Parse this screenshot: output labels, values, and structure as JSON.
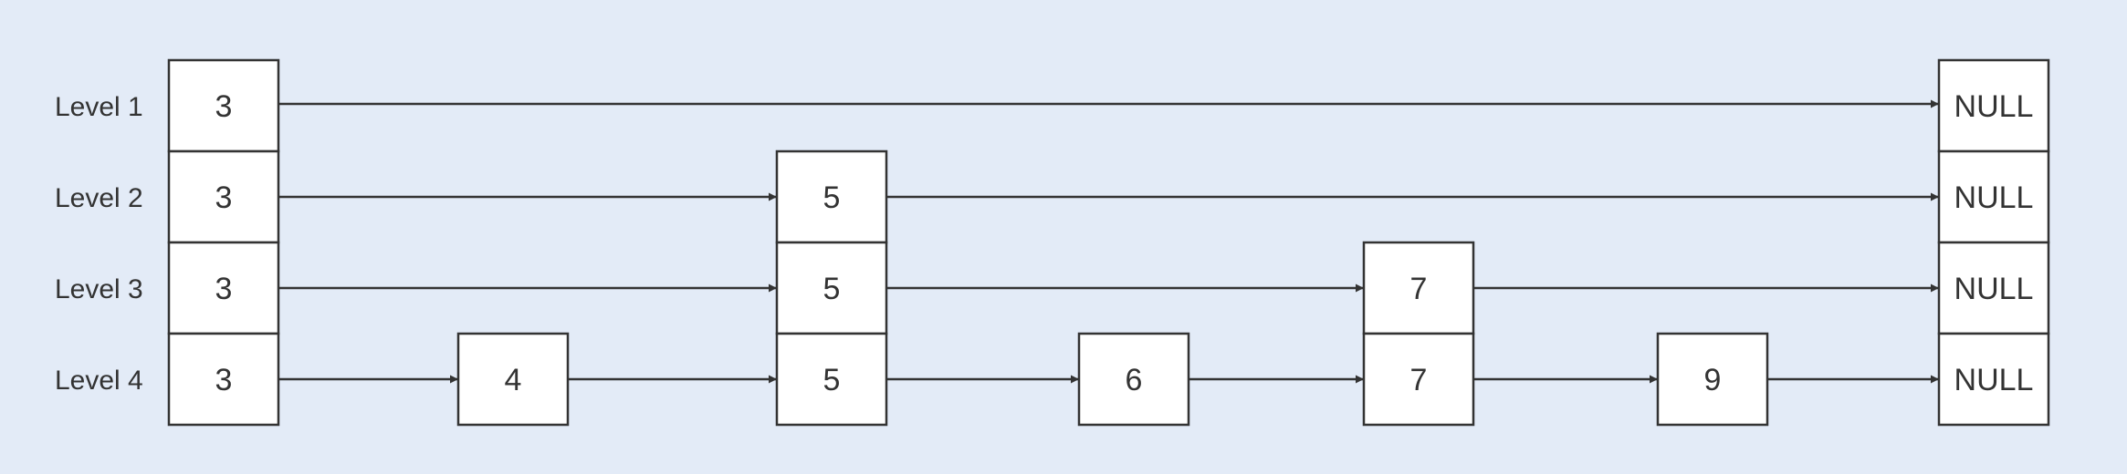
{
  "levels": [
    {
      "label": "Level 1",
      "nodes": [
        "3",
        "NULL"
      ]
    },
    {
      "label": "Level 2",
      "nodes": [
        "3",
        "5",
        "NULL"
      ]
    },
    {
      "label": "Level 3",
      "nodes": [
        "3",
        "5",
        "7",
        "NULL"
      ]
    },
    {
      "label": "Level 4",
      "nodes": [
        "3",
        "4",
        "5",
        "6",
        "7",
        "9",
        "NULL"
      ]
    }
  ],
  "colors": {
    "background": "#e3ebf7",
    "node_fill": "#ffffff",
    "stroke": "#333333"
  }
}
